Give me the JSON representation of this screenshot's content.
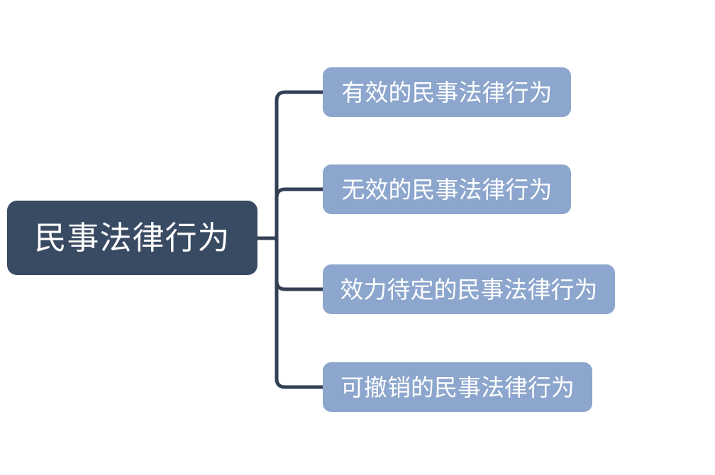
{
  "diagram": {
    "type": "mindmap",
    "root": {
      "label": "民事法律行为"
    },
    "children": [
      {
        "label": "有效的民事法律行为"
      },
      {
        "label": "无效的民事法律行为"
      },
      {
        "label": "效力待定的民事法律行为"
      },
      {
        "label": "可撤销的民事法律行为"
      }
    ],
    "colors": {
      "background": "#FFFFFF",
      "root_fill": "#394A63",
      "child_fill": "#8CA6CD",
      "connector": "#333F55",
      "text": "#FFFFFF"
    }
  }
}
